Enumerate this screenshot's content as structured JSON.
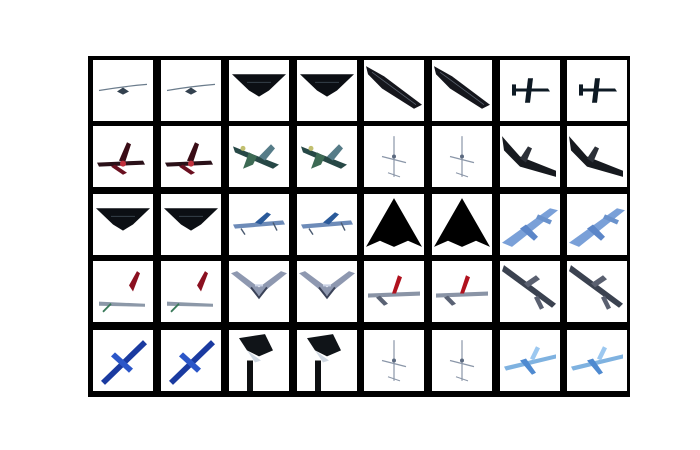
{
  "figure": {
    "background_color": "#ffffff",
    "panel_color": "#000000",
    "rows": 5,
    "columns": 8,
    "tiles": [
      [
        "glider",
        "glider",
        "flying-wing-dark",
        "flying-wing-dark",
        "stealth-bomber-angled",
        "stealth-bomber-angled",
        "jet-topdown-dark",
        "jet-topdown-dark"
      ],
      [
        "red-fighter-jet",
        "red-fighter-jet",
        "green-jet",
        "green-jet",
        "small-plane-sketch",
        "small-plane-sketch",
        "dark-jet-side",
        "dark-jet-side"
      ],
      [
        "flying-wing-dark",
        "flying-wing-dark",
        "blue-airliner-small",
        "blue-airliner-small",
        "stealth-bomber-front",
        "stealth-bomber-front",
        "blue-airliner-large",
        "blue-airliner-large"
      ],
      [
        "airliner-red-tail",
        "airliner-red-tail",
        "flying-wing-silver",
        "flying-wing-silver",
        "airliner-red-tail-front",
        "airliner-red-tail-front",
        "airliner-takeoff",
        "airliner-takeoff"
      ],
      [
        "blue-jet-topdown",
        "blue-jet-topdown",
        "bird-on-post",
        "bird-on-post",
        "small-plane-sketch",
        "small-plane-sketch",
        "light-blue-jet",
        "light-blue-jet"
      ]
    ]
  }
}
